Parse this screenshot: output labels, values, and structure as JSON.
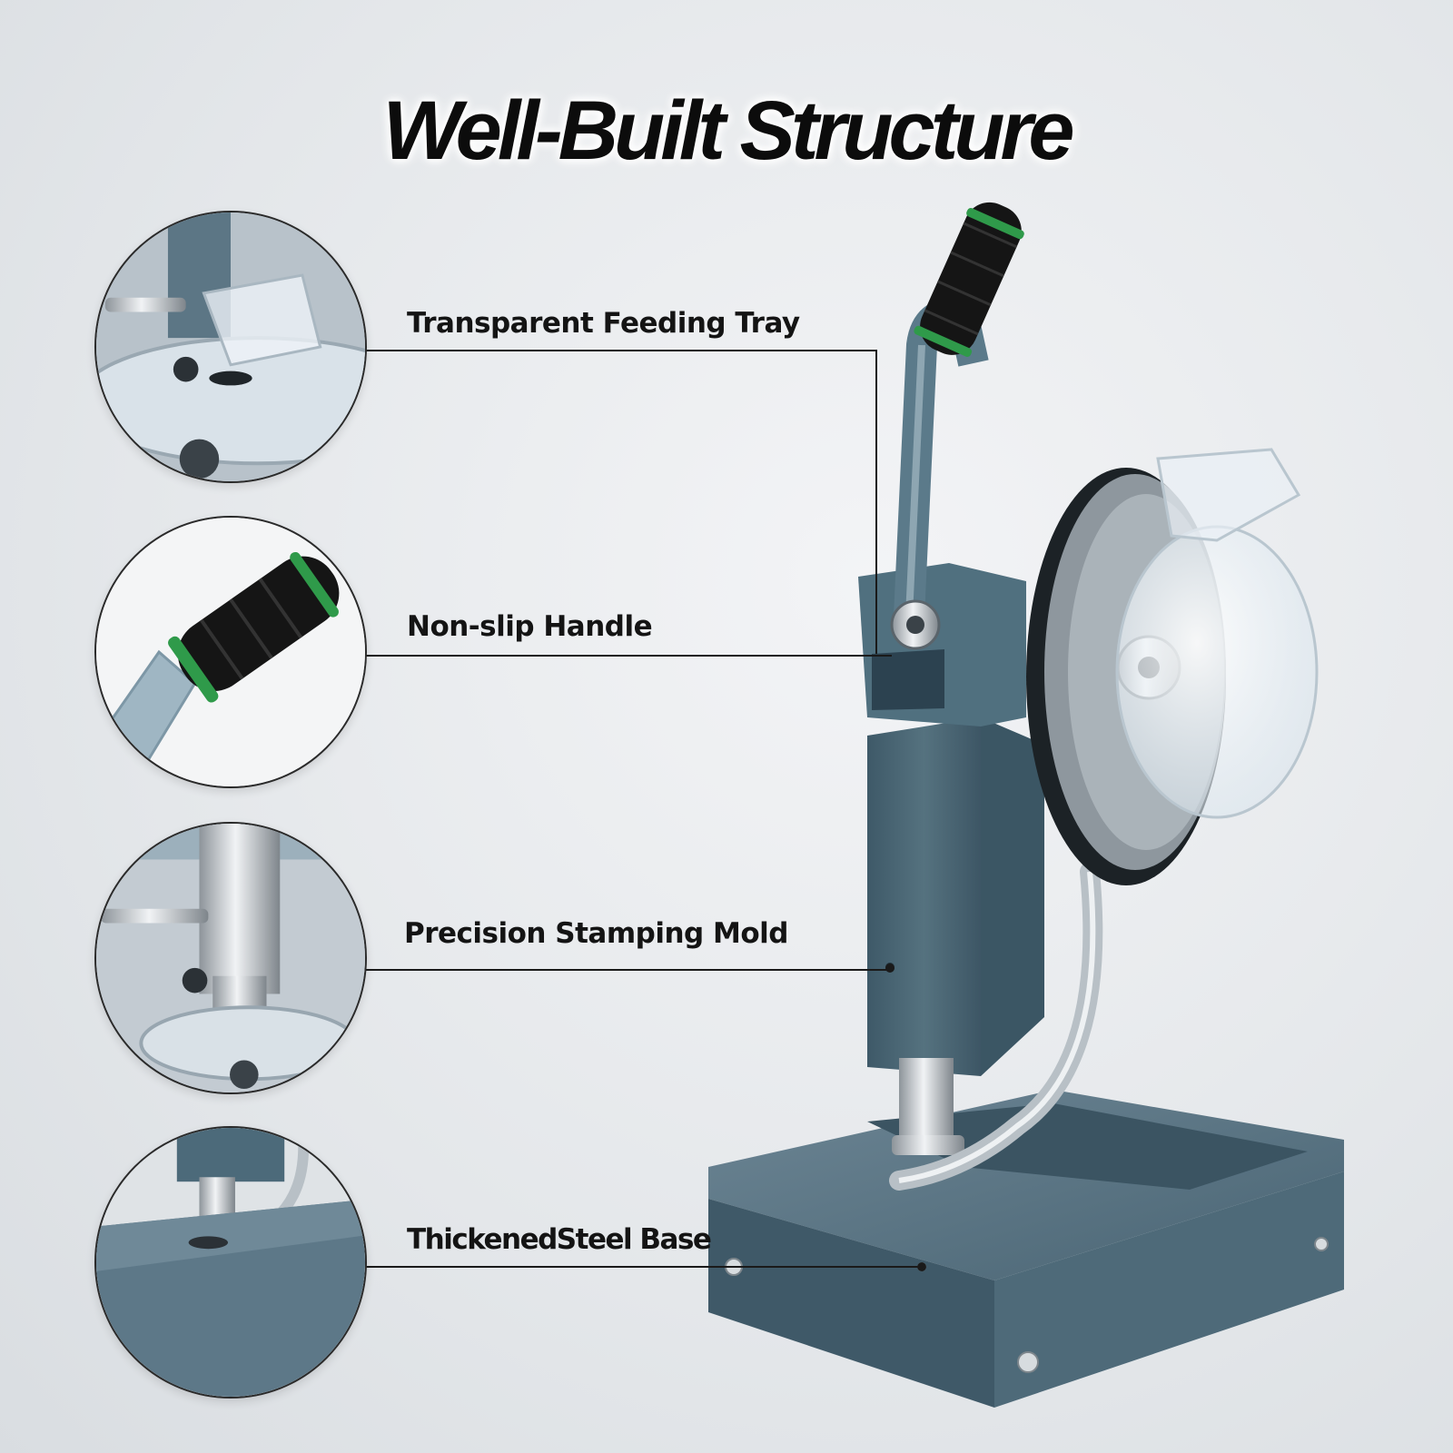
{
  "title": "Well-Built Structure",
  "callouts": [
    {
      "label": "Transparent Feeding Tray",
      "icon": "feeding-tray-closeup"
    },
    {
      "label": "Non-slip Handle",
      "icon": "handle-grip-closeup"
    },
    {
      "label": "Precision Stamping Mold",
      "icon": "stamping-mold-closeup"
    },
    {
      "label": "ThickenedSteel Base",
      "icon": "steel-base-closeup"
    }
  ],
  "colors": {
    "machine_body": "#4c6a7a",
    "grip_foam": "#151515",
    "grip_ring": "#2f9a4a",
    "chrome": "#c7ccd1"
  }
}
